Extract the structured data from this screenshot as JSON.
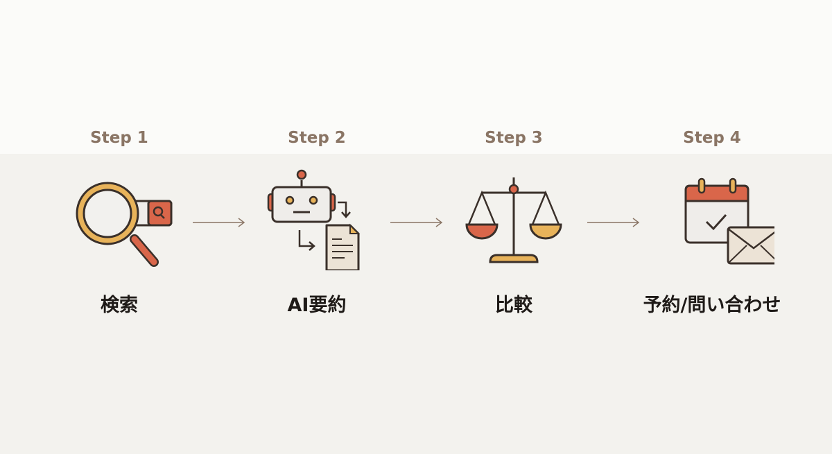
{
  "steps": [
    {
      "label": "Step 1",
      "name": "検索",
      "icon": "search-icon"
    },
    {
      "label": "Step 2",
      "name": "AI要約",
      "icon": "robot-summary-icon"
    },
    {
      "label": "Step 3",
      "name": "比較",
      "icon": "scale-icon"
    },
    {
      "label": "Step 4",
      "name": "予約/問い合わせ",
      "icon": "calendar-mail-icon"
    }
  ],
  "colors": {
    "label": "#8a7565",
    "outline": "#3a302a",
    "accent": "#d9664a",
    "yellow": "#e8b35a",
    "cream": "#ece3d6"
  }
}
